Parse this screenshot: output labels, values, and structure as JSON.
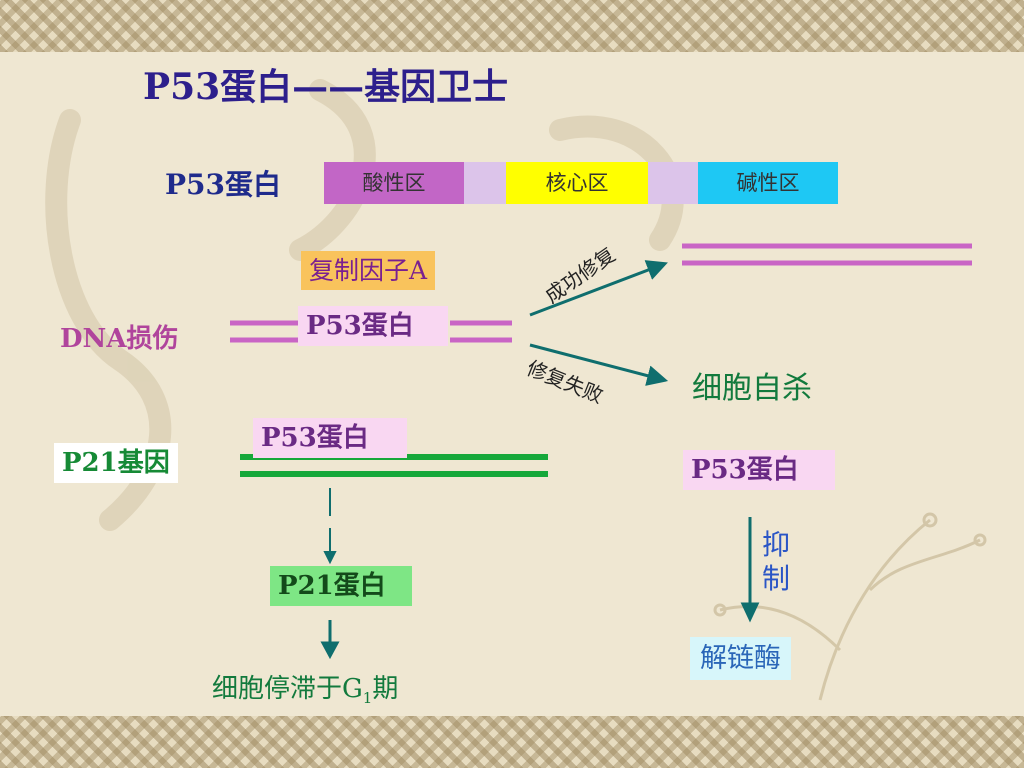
{
  "slide": {
    "title": "P53蛋白——基因卫士"
  },
  "structure": {
    "protein_label": "P53蛋白",
    "domains": [
      "酸性区",
      "核心区",
      "碱性区"
    ]
  },
  "damage": {
    "dna_label": "DNA损伤",
    "replication_factor": "复制因子A",
    "p53": "P53蛋白",
    "success_label": "成功修复",
    "failure_label": "修复失败",
    "apoptosis": "细胞自杀"
  },
  "p21": {
    "gene_label": "P21基因",
    "p53": "P53蛋白",
    "protein": "P21蛋白",
    "arrest_prefix": "细胞停滞于G",
    "arrest_sub": "1",
    "arrest_suffix": "期"
  },
  "helicase": {
    "p53": "P53蛋白",
    "inhibit_1": "抑",
    "inhibit_2": "制",
    "enzyme": "解链酶"
  },
  "colors": {
    "acidic": "#c266c6",
    "linker": "#dcc4ea",
    "core": "#ffff00",
    "basic": "#1ec8f4",
    "dna_strand": "#c965c5",
    "p21_strand": "#16a83a",
    "arrow_teal": "#0f6e6e"
  }
}
